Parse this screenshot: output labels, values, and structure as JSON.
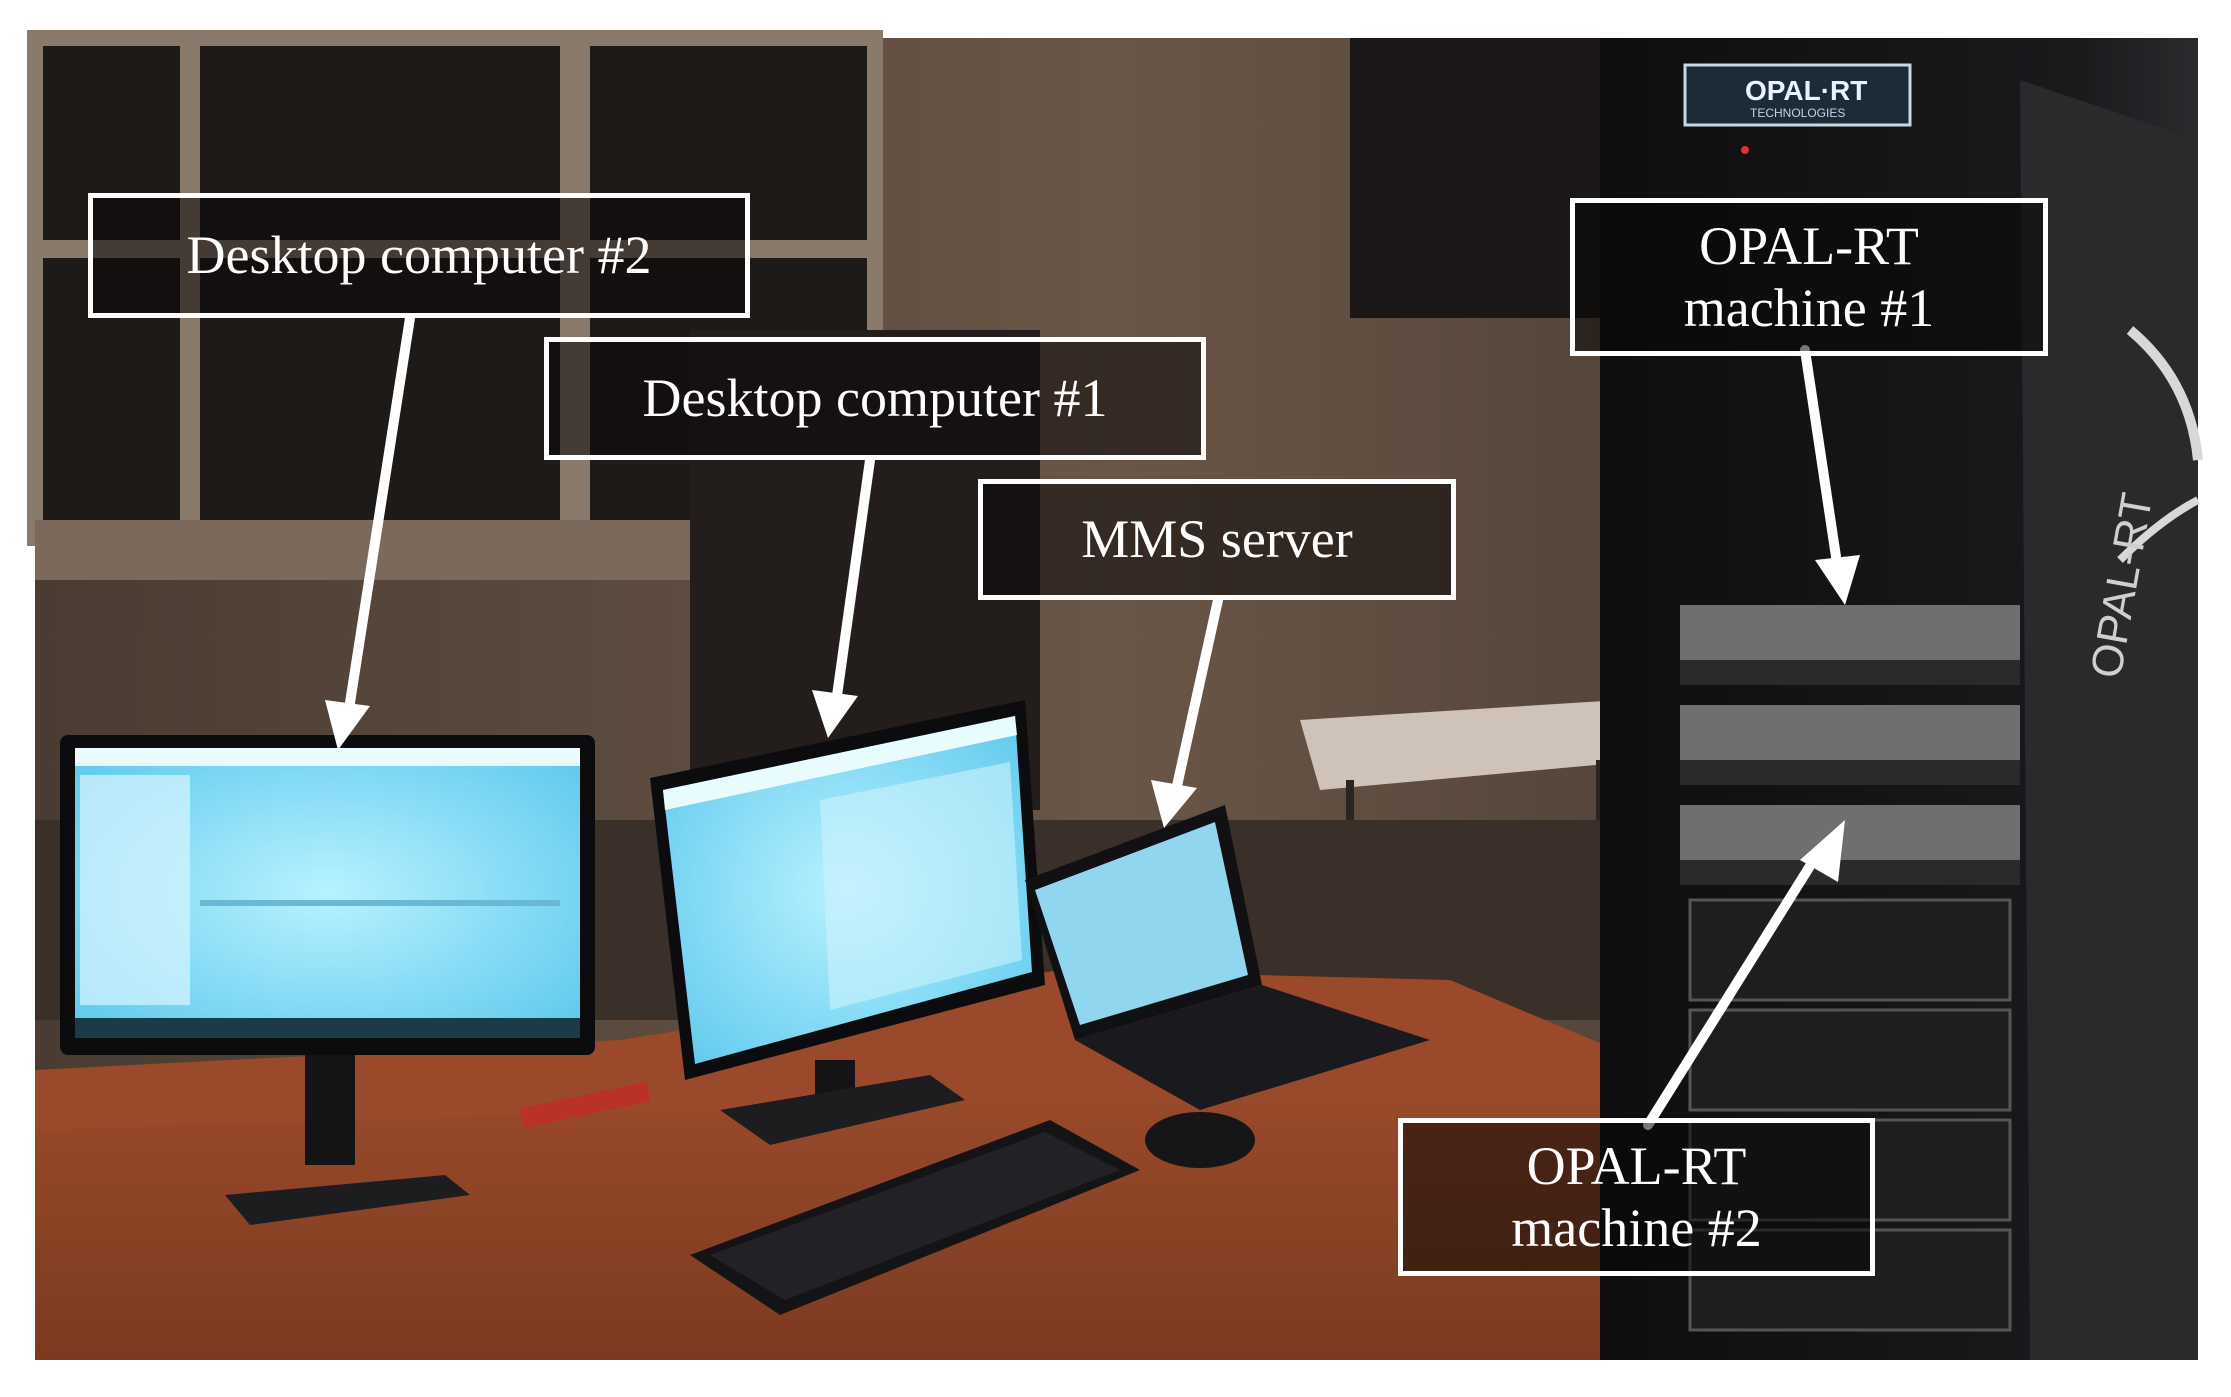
{
  "photo": {
    "rack_logo": {
      "brand": "OPAL·RT",
      "sub": "TECHNOLOGIES"
    },
    "rack_side_text": "OPAL-RT"
  },
  "callouts": [
    {
      "id": "desktop2",
      "text": "Desktop computer #2"
    },
    {
      "id": "desktop1",
      "text": "Desktop computer #1"
    },
    {
      "id": "mms",
      "text": "MMS server"
    },
    {
      "id": "opal1",
      "text": "OPAL-RT\nmachine #1"
    },
    {
      "id": "opal2",
      "text": "OPAL-RT\nmachine #2"
    }
  ]
}
